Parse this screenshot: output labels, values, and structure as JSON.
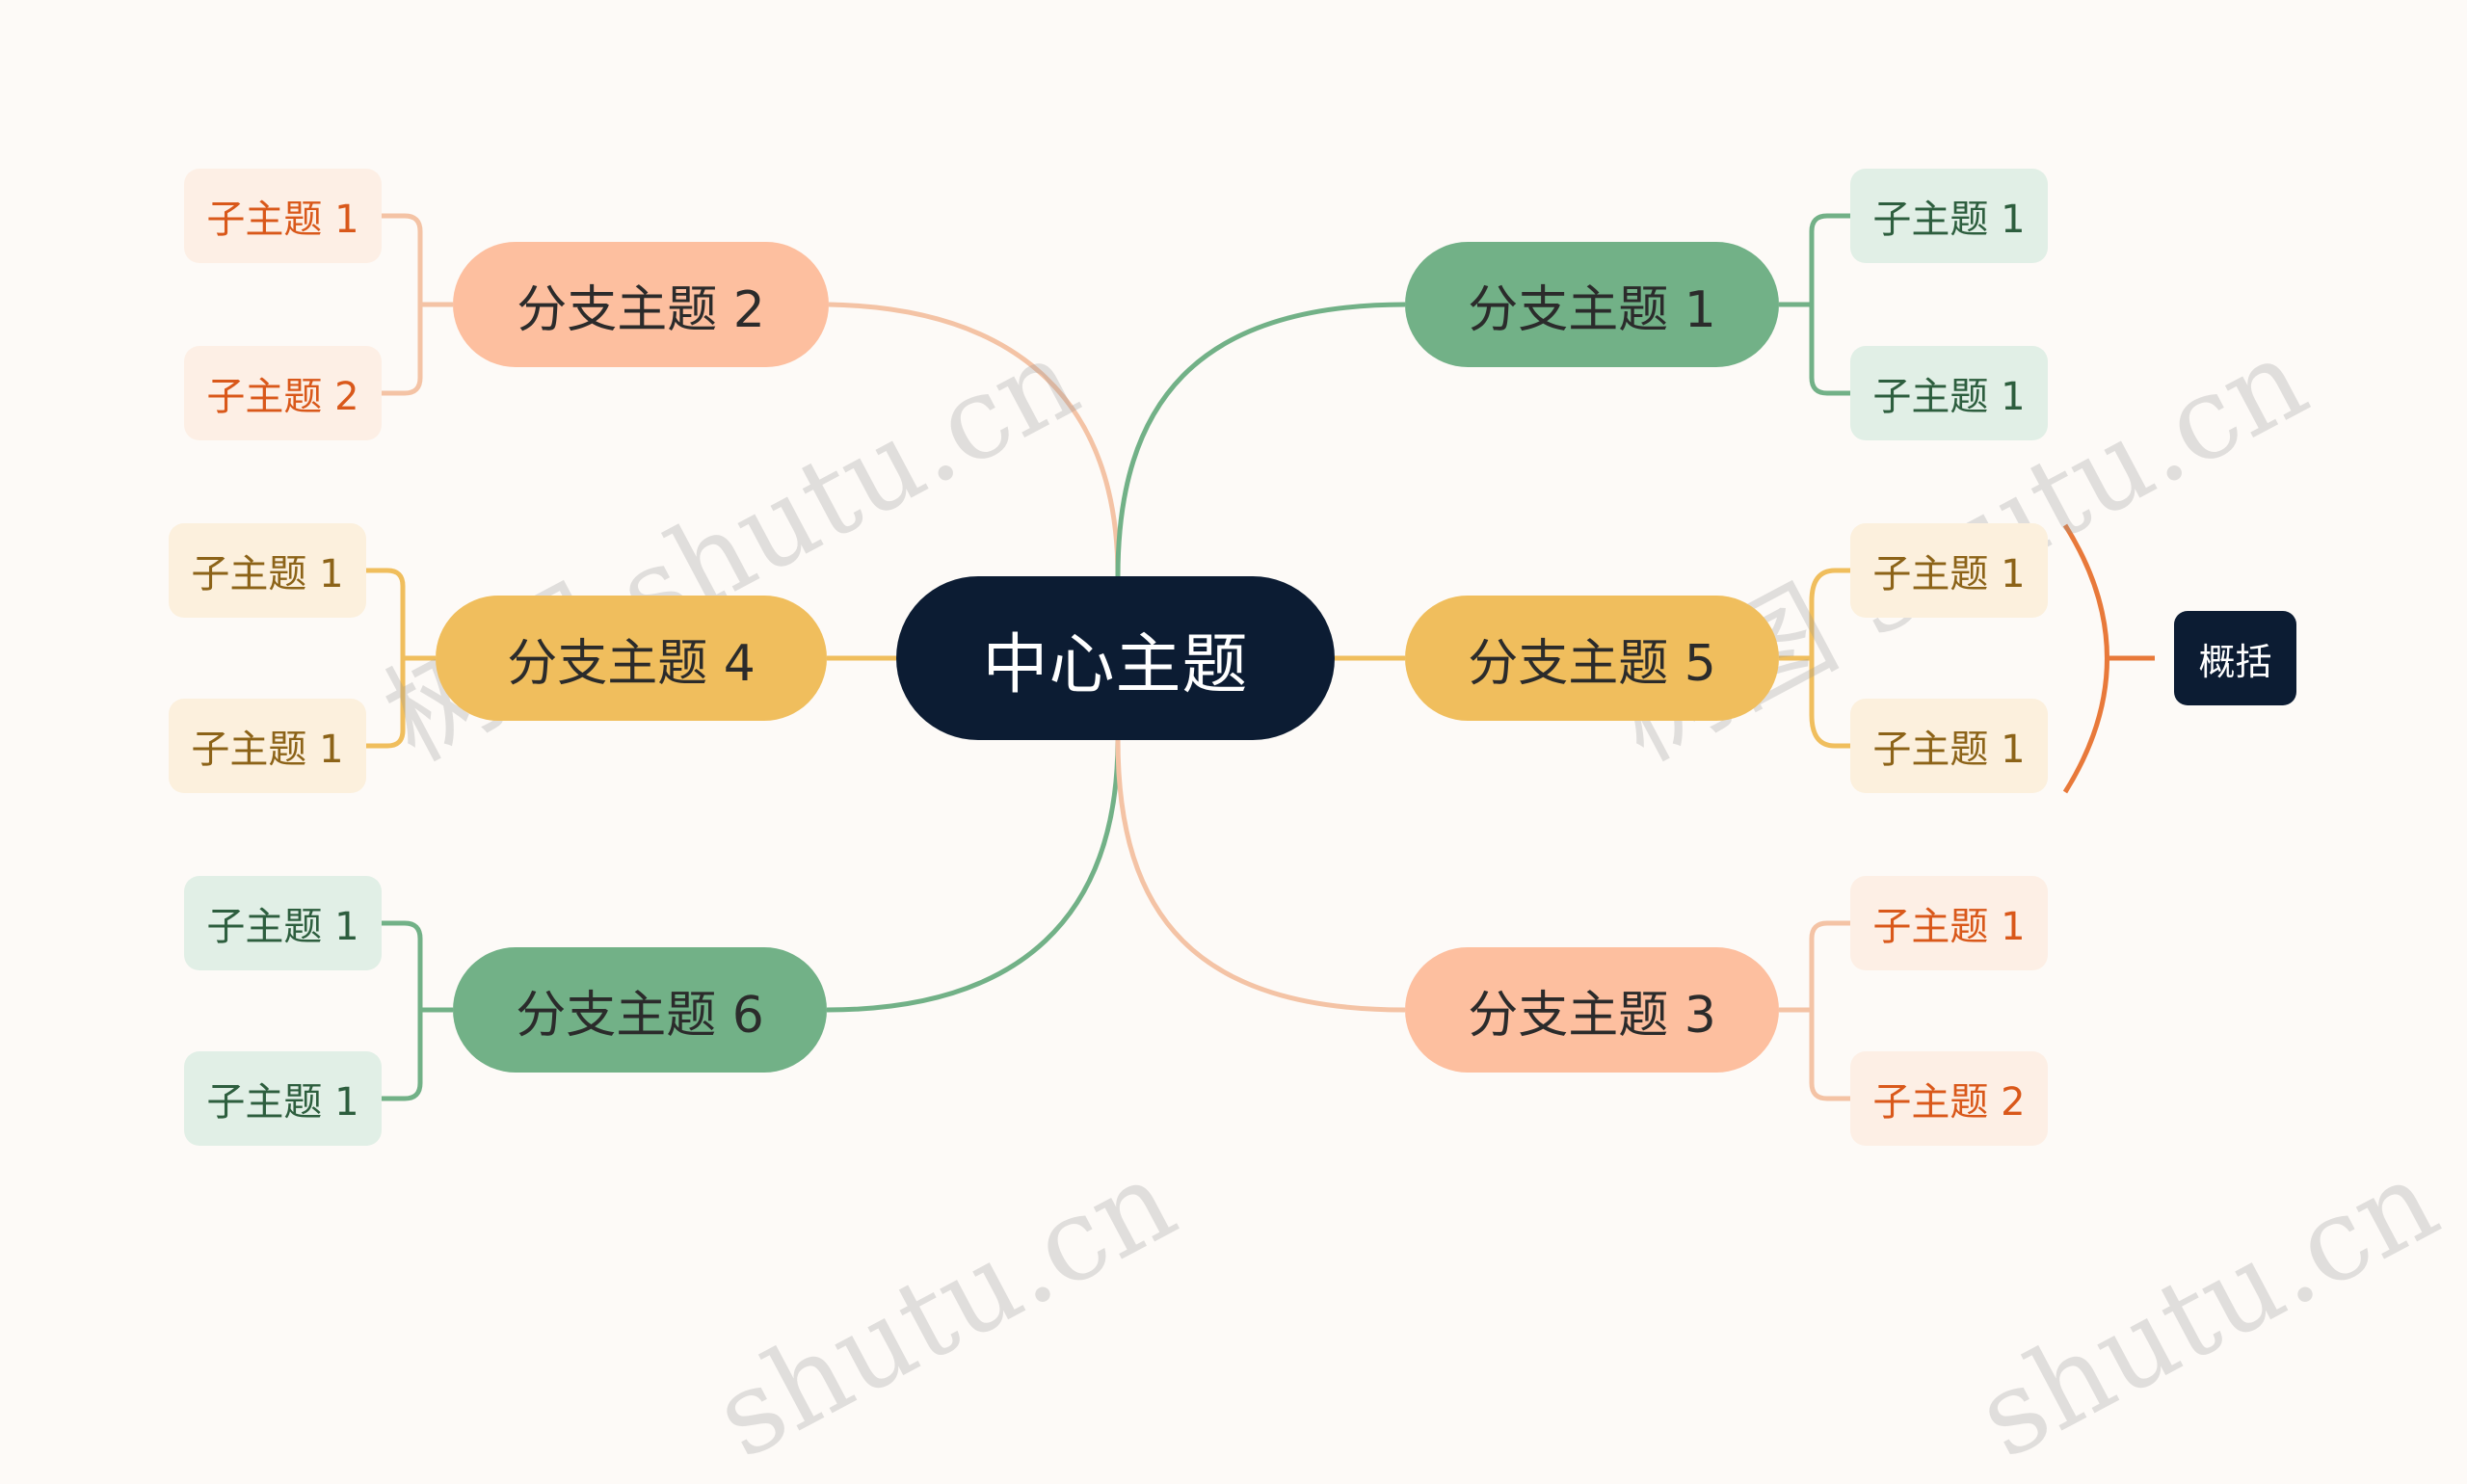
{
  "center": {
    "label": "中心主题"
  },
  "branches": {
    "b1": {
      "label": "分支主题 1"
    },
    "b2": {
      "label": "分支主题 2"
    },
    "b3": {
      "label": "分支主题 3"
    },
    "b4": {
      "label": "分支主题 4"
    },
    "b5": {
      "label": "分支主题 5"
    },
    "b6": {
      "label": "分支主题 6"
    }
  },
  "subtopics": {
    "b1": [
      "子主题 1",
      "子主题 1"
    ],
    "b2": [
      "子主题 1",
      "子主题 2"
    ],
    "b3": [
      "子主题 1",
      "子主题 2"
    ],
    "b4": [
      "子主题 1",
      "子主题 1"
    ],
    "b5": [
      "子主题 1",
      "子主题 1"
    ],
    "b6": [
      "子主题 1",
      "子主题 1"
    ]
  },
  "summary": {
    "label": "概括"
  },
  "watermarks": [
    "树图 shutu.cn",
    "树图 shutu.cn",
    "shutu.cn",
    "shutu.cn"
  ],
  "colors": {
    "center": "#0c1c33",
    "peach": "#fdbf9f",
    "green": "#72b187",
    "yellow": "#f0be5d",
    "summary_bracket": "#e8793a",
    "background": "#fdfaf7"
  }
}
